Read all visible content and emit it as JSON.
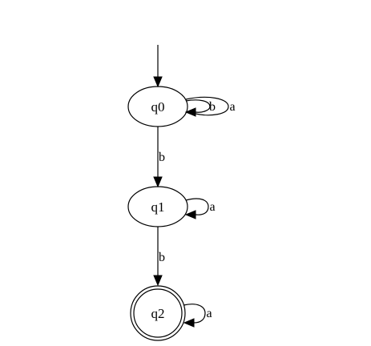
{
  "automaton": {
    "states": [
      {
        "id": "q0",
        "label": "q0",
        "accepting": false,
        "initial": true
      },
      {
        "id": "q1",
        "label": "q1",
        "accepting": false,
        "initial": false
      },
      {
        "id": "q2",
        "label": "q2",
        "accepting": true,
        "initial": false
      }
    ],
    "transitions": [
      {
        "from": "q0",
        "to": "q0",
        "label": "b"
      },
      {
        "from": "q0",
        "to": "q0",
        "label": "a"
      },
      {
        "from": "q0",
        "to": "q1",
        "label": "b"
      },
      {
        "from": "q1",
        "to": "q1",
        "label": "a"
      },
      {
        "from": "q1",
        "to": "q2",
        "label": "b"
      },
      {
        "from": "q2",
        "to": "q2",
        "label": "a"
      }
    ]
  }
}
